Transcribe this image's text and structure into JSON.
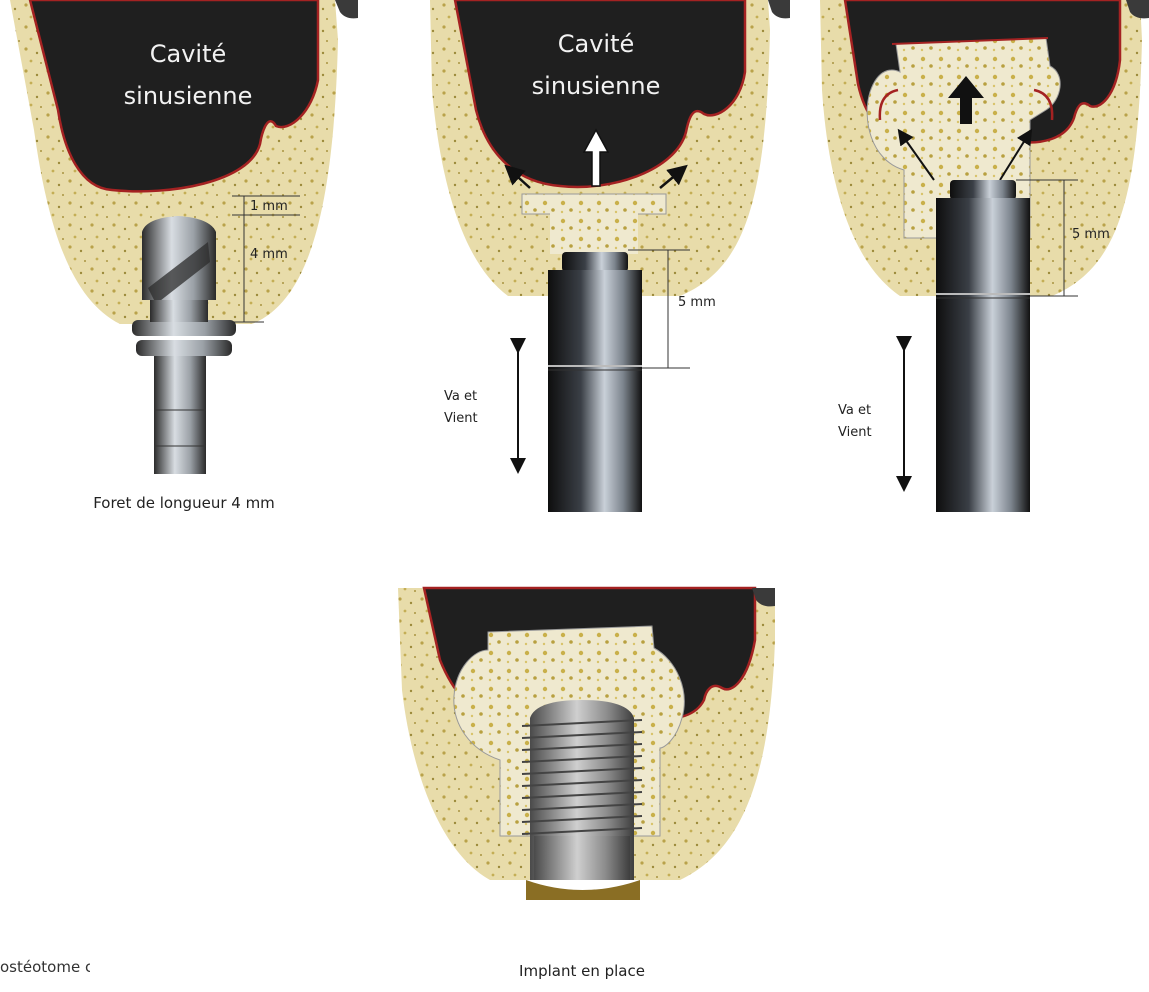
{
  "panel_1": {
    "cavity_line1": "Cavité",
    "cavity_line2": "sinusienne",
    "dim_top": "1 mm",
    "dim_bottom": "4 mm",
    "caption": "Foret de longueur 4 mm"
  },
  "panel_2": {
    "cavity_line1": "Cavité",
    "cavity_line2": "sinusienne",
    "dim": "5 mm",
    "motion_line1": "Va et",
    "motion_line2": "Vient"
  },
  "panel_3": {
    "dim": "5 mm",
    "motion_line1": "Va et",
    "motion_line2": "Vient"
  },
  "panel_4": {
    "caption": "Implant en place"
  },
  "stray_text": "ostéotome coudé",
  "colors": {
    "bone": "#e8dcaa",
    "bone_speckle": "#b9a24a",
    "sinus": "#1f1f1f",
    "membrane": "#a42222",
    "graft": "#efe9cf",
    "metal_dark": "#1a1a1a",
    "metal_light": "#c9d0d8",
    "implant": "#8e8e8e"
  }
}
